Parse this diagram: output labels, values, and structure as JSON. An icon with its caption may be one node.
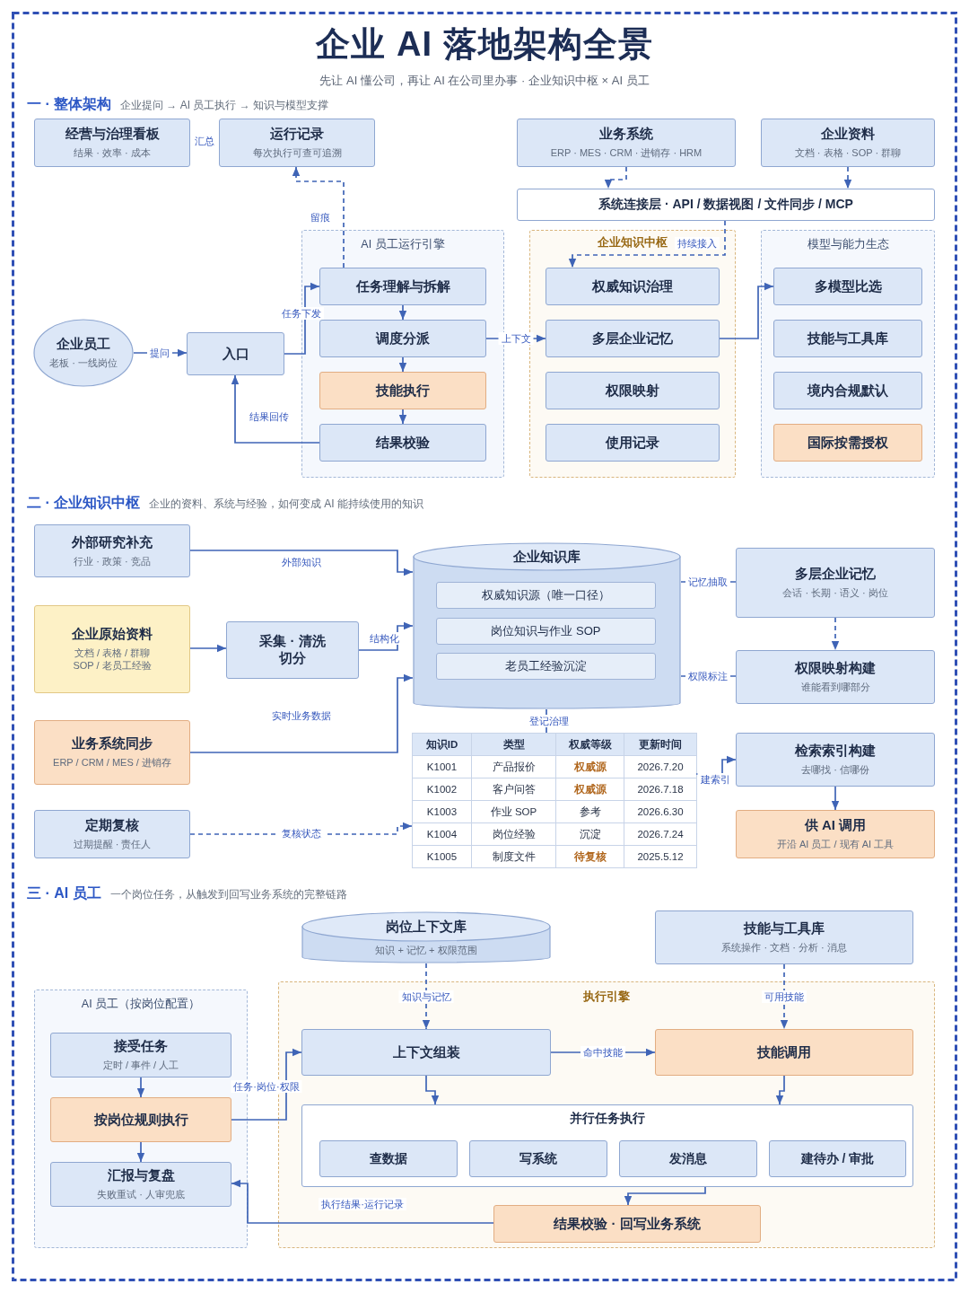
{
  "diagram": {
    "title": "企业 AI 落地架构全景",
    "nodes": [
      {
        "text": [
          "经营与治理看板",
          "结果 · 效率 · 成本"
        ]
      },
      {
        "text": [
          "运行记录",
          "每次执行可查可追溯"
        ]
      },
      {
        "text": [
          "业务系统",
          "ERP · MES · CRM · 进销存 · HRM"
        ]
      },
      {
        "text": [
          "企业资料",
          "文档 · 表格 · SOP · 群聊"
        ]
      },
      {
        "text": [
          "系统连接层 · API / 数据视图 / 文件同步 / MCP"
        ]
      },
      {
        "text": [
          "企业员工",
          "老板 · 一线岗位"
        ]
      },
      {
        "text": [
          "入口"
        ]
      },
      {
        "text": [
          "AI 员工运行引擎"
        ]
      },
      {
        "text": [
          "任务理解与拆解"
        ],
        "in": 7
      },
      {
        "text": [
          "调度分派"
        ],
        "in": 7
      },
      {
        "text": [
          "技能执行"
        ],
        "in": 7
      },
      {
        "text": [
          "结果校验"
        ],
        "in": 7
      },
      {
        "text": [
          "企业知识中枢"
        ]
      },
      {
        "text": [
          "权威知识治理"
        ],
        "in": 12
      },
      {
        "text": [
          "多层企业记忆"
        ],
        "in": 12
      },
      {
        "text": [
          "权限映射"
        ],
        "in": 12
      },
      {
        "text": [
          "使用记录"
        ],
        "in": 12
      },
      {
        "text": [
          "模型与能力生态"
        ]
      },
      {
        "text": [
          "多模型比选"
        ],
        "in": 17
      },
      {
        "text": [
          "技能与工具库"
        ],
        "in": 17
      },
      {
        "text": [
          "境内合规默认"
        ],
        "in": 17
      },
      {
        "text": [
          "国际按需授权"
        ],
        "in": 17
      },
      {
        "text": [
          "外部研究补充",
          "行业 · 政策 · 竞品"
        ]
      },
      {
        "text": [
          "企业原始资料",
          "文档 / 表格 / 群聊 SOP / 老员工经验"
        ]
      },
      {
        "text": [
          "采集 · 清洗切分"
        ]
      },
      {
        "text": [
          "业务系统同步",
          "ERP / CRM / MES / 进销存"
        ]
      },
      {
        "text": [
          "定期复核",
          "过期提醒 · 责任人"
        ]
      },
      {
        "text": [
          "企业知识库"
        ]
      },
      {
        "text": [
          "权威知识源（唯一口径）"
        ],
        "in": 27
      },
      {
        "text": [
          "岗位知识与作业 SOP"
        ],
        "in": 27
      },
      {
        "text": [
          "老员工经验沉淀"
        ],
        "in": 27
      },
      {
        "text": [
          "知识ID",
          "类型",
          "权威等级",
          "更新时间",
          "K1001",
          "产品报价",
          "权威源",
          "2026.7.20",
          "K1002",
          "客户问答",
          "权威源",
          "2026.7.18",
          "K1003",
          "作业 SOP",
          "参考",
          "2026.6.30",
          "K1004",
          "岗位经验",
          "沉淀",
          "2026.7.24",
          "K1005",
          "制度文件",
          "待复核",
          "2025.5.12"
        ]
      },
      {
        "text": [
          "多层企业记忆",
          "会话 · 长期 · 语义 · 岗位"
        ]
      },
      {
        "text": [
          "权限映射构建",
          "谁能看到哪部分"
        ]
      },
      {
        "text": [
          "检索索引构建",
          "去哪找 · 信哪份"
        ]
      },
      {
        "text": [
          "供 AI 调用",
          "开沿 AI 员工 / 现有 AI 工具"
        ]
      },
      {
        "text": [
          "岗位上下文库",
          "知识 + 记忆 + 权限范围"
        ]
      },
      {
        "text": [
          "技能与工具库",
          "系统操作 · 文档 · 分析 · 消息"
        ]
      },
      {
        "text": [
          "AI 员工（按岗位配置）"
        ]
      },
      {
        "text": [
          "接受任务",
          "定时 / 事件 / 人工"
        ],
        "in": 38
      },
      {
        "text": [
          "按岗位规则执行"
        ],
        "in": 38
      },
      {
        "text": [
          "汇报与复盘",
          "失败重试 · 人审兜底"
        ],
        "in": 38
      },
      {
        "text": [
          "执行引擎"
        ]
      },
      {
        "text": [
          "上下文组装"
        ],
        "in": 42
      },
      {
        "text": [
          "技能调用"
        ],
        "in": 42
      },
      {
        "text": [
          "并行任务执行"
        ],
        "in": 42
      },
      {
        "text": [
          "查数据"
        ],
        "in": 45
      },
      {
        "text": [
          "写系统"
        ],
        "in": 45
      },
      {
        "text": [
          "发消息"
        ],
        "in": 45
      },
      {
        "text": [
          "建待办 / 审批"
        ],
        "in": 45
      },
      {
        "text": [
          "结果校验 · 回写业务系统"
        ],
        "in": 42
      }
    ],
    "edges": [
      {
        "from": 8,
        "to": 1,
        "arrow": "to",
        "label": "留痕",
        "style": "dashed"
      },
      {
        "from": 5,
        "to": 6,
        "arrow": "to",
        "label": "提问"
      },
      {
        "from": 6,
        "to": 8,
        "arrow": "to",
        "label": "任务下发"
      },
      {
        "from": 8,
        "to": 9,
        "arrow": "to"
      },
      {
        "from": 9,
        "to": 10,
        "arrow": "to"
      },
      {
        "from": 10,
        "to": 11,
        "arrow": "to"
      },
      {
        "from": 11,
        "to": 6,
        "arrow": "to",
        "label": "结果回传"
      },
      {
        "from": 9,
        "to": 14,
        "arrow": "to",
        "label": "上下文"
      },
      {
        "from": 14,
        "to": 18,
        "arrow": "to"
      },
      {
        "from": 2,
        "to": 4,
        "arrow": "to",
        "style": "dashed"
      },
      {
        "from": 3,
        "to": 4,
        "arrow": "to",
        "style": "dashed"
      },
      {
        "from": 4,
        "to": 13,
        "arrow": "to",
        "label": "持续接入",
        "style": "dashed"
      },
      {
        "from": 22,
        "to": 27,
        "arrow": "to",
        "label": "外部知识"
      },
      {
        "from": 23,
        "to": 24,
        "arrow": "to"
      },
      {
        "from": 24,
        "to": 27,
        "arrow": "to",
        "label": "结构化"
      },
      {
        "from": 25,
        "to": 27,
        "arrow": "to",
        "label": "实时业务数据"
      },
      {
        "from": 26,
        "to": 31,
        "arrow": "to",
        "label": "复核状态",
        "style": "dashed"
      },
      {
        "from": 27,
        "to": 31,
        "arrow": "none",
        "label": "登记治理"
      },
      {
        "from": 27,
        "to": 32,
        "arrow": "none",
        "label": "记忆抽取"
      },
      {
        "from": 27,
        "to": 33,
        "arrow": "none",
        "label": "权限标注"
      },
      {
        "from": 32,
        "to": 33,
        "arrow": "to",
        "style": "dashed"
      },
      {
        "from": 31,
        "to": 34,
        "arrow": "to",
        "label": "建索引"
      },
      {
        "from": 34,
        "to": 35,
        "arrow": "to"
      },
      {
        "from": 36,
        "to": 43,
        "arrow": "to",
        "label": "知识与记忆",
        "style": "dashed"
      },
      {
        "from": 37,
        "to": 44,
        "arrow": "to",
        "label": "可用技能",
        "style": "dashed"
      },
      {
        "from": 43,
        "to": 44,
        "arrow": "to",
        "label": "命中技能"
      },
      {
        "from": 39,
        "to": 40,
        "arrow": "to"
      },
      {
        "from": 40,
        "to": 41,
        "arrow": "to"
      },
      {
        "from": 40,
        "to": 43,
        "arrow": "to",
        "label": "任务·岗位·权限"
      },
      {
        "from": 43,
        "to": 45,
        "arrow": "to"
      },
      {
        "from": 44,
        "to": 45,
        "arrow": "to"
      },
      {
        "from": 45,
        "to": 50,
        "arrow": "to"
      },
      {
        "from": 50,
        "to": 41,
        "arrow": "to",
        "label": "执行结果·运行记录"
      }
    ],
    "labels": [
      "先让 AI 懂公司，再让 AI 在公司里办事 · 企业知识中枢 × AI 员工",
      "一 · 整体架构",
      "企业提问 → AI 员工执行 → 知识与模型支撑",
      "汇总",
      "二 · 企业知识中枢",
      "企业的资料、系统与经验，如何变成 AI 能持续使用的知识",
      "三 · AI 员工",
      "一个岗位任务，从触发到回写业务系统的完整链路"
    ]
  }
}
